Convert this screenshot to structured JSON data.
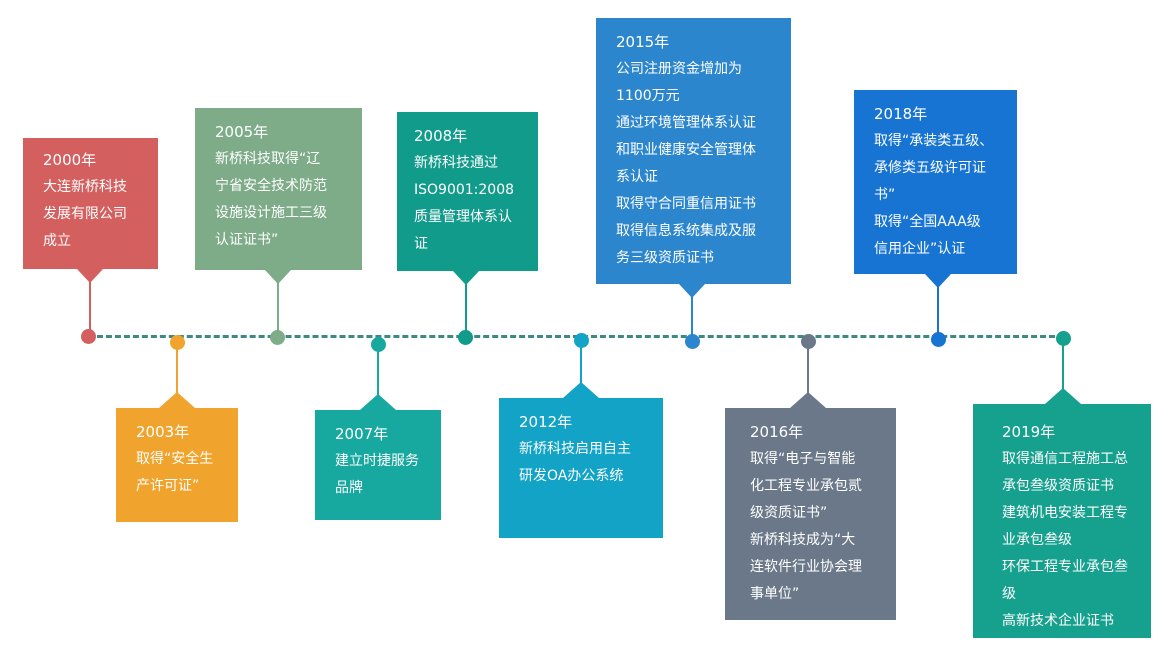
{
  "colors": {
    "line": "#3d8a80",
    "c2000": "#d35f5f",
    "c2003": "#f0a42d",
    "c2005": "#7eac89",
    "c2007": "#17a8a0",
    "c2008": "#119b8b",
    "c2012": "#12a3c7",
    "c2015": "#2c86cd",
    "c2016": "#6b788a",
    "c2018": "#1774d3",
    "c2019": "#15a18e"
  },
  "events": {
    "e2000": {
      "year": "2000年",
      "lines": [
        "大连新桥科技",
        "发展有限公司",
        "成立"
      ]
    },
    "e2003": {
      "year": "2003年",
      "lines": [
        "取得“安全生",
        "产许可证”"
      ]
    },
    "e2005": {
      "year": "2005年",
      "lines": [
        "新桥科技取得“辽",
        "宁省安全技术防范",
        "设施设计施工三级",
        "认证证书”"
      ]
    },
    "e2007": {
      "year": "2007年",
      "lines": [
        "建立时捷服务",
        "品牌"
      ]
    },
    "e2008": {
      "year": "2008年",
      "lines": [
        "新桥科技通过",
        "ISO9001:2008",
        "质量管理体系认",
        "证"
      ]
    },
    "e2012": {
      "year": "2012年",
      "lines": [
        "新桥科技启用自主",
        "研发OA办公系统"
      ]
    },
    "e2015": {
      "year": "2015年",
      "lines": [
        "公司注册资金增加为",
        "1100万元",
        "通过环境管理体系认证",
        "和职业健康安全管理体",
        "系认证",
        "取得守合同重信用证书",
        "取得信息系统集成及服",
        "务三级资质证书"
      ]
    },
    "e2016": {
      "year": "2016年",
      "lines": [
        "取得“电子与智能",
        "化工程专业承包贰",
        "级资质证书”",
        "新桥科技成为“大",
        "连软件行业协会理",
        "事单位”"
      ]
    },
    "e2018": {
      "year": "2018年",
      "lines": [
        "取得“承装类五级、",
        "承修类五级许可证",
        "书”",
        "取得“全国AAA级",
        "信用企业”认证"
      ]
    },
    "e2019": {
      "year": "2019年",
      "lines": [
        "取得通信工程施工总",
        "承包叁级资质证书",
        "建筑机电安装工程专",
        "业承包叁级",
        "环保工程专业承包叁",
        "级",
        "高新技术企业证书"
      ]
    }
  }
}
